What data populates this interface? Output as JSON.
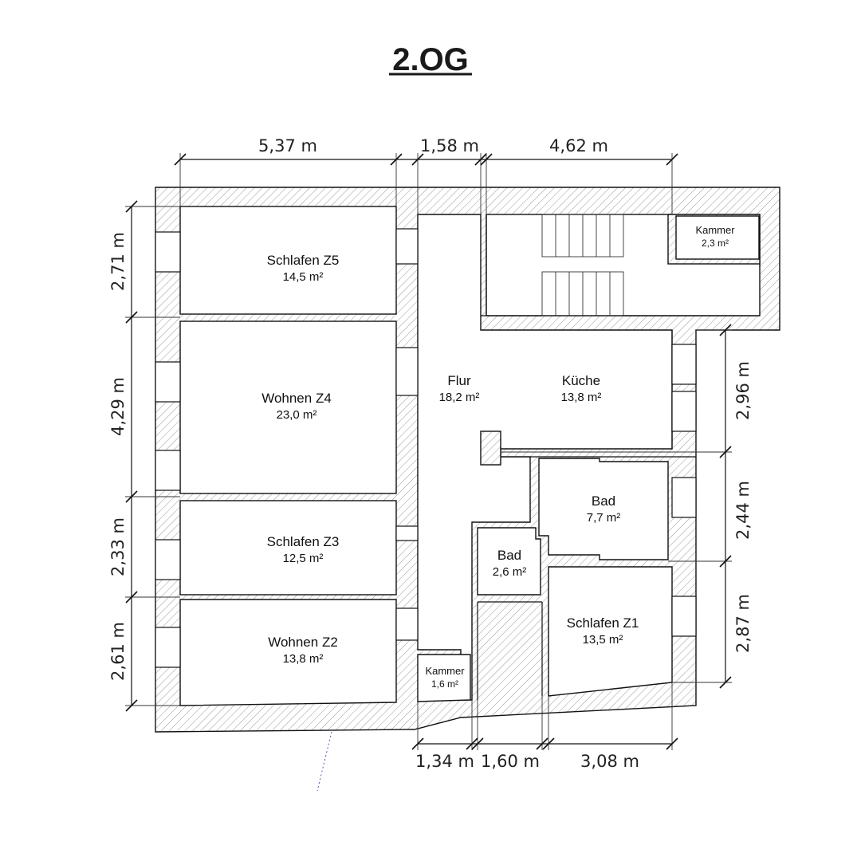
{
  "title": "2.OG",
  "dimensions": {
    "top": [
      "5,37 m",
      "1,58 m",
      "4,62 m"
    ],
    "left": [
      "2,71 m",
      "4,29 m",
      "2,33 m",
      "2,61 m"
    ],
    "right": [
      "2,96 m",
      "2,44 m",
      "2,87 m"
    ],
    "bottom": [
      "1,34 m",
      "1,60 m",
      "3,08 m"
    ]
  },
  "rooms": [
    {
      "name": "Schlafen Z5",
      "area": "14,5 m²"
    },
    {
      "name": "Wohnen Z4",
      "area": "23,0 m²"
    },
    {
      "name": "Schlafen Z3",
      "area": "12,5 m²"
    },
    {
      "name": "Wohnen Z2",
      "area": "13,8 m²"
    },
    {
      "name": "Flur",
      "area": "18,2 m²"
    },
    {
      "name": "Küche",
      "area": "13,8 m²"
    },
    {
      "name": "Kammer",
      "area": "2,3 m²"
    },
    {
      "name": "Bad",
      "area": "7,7 m²"
    },
    {
      "name": "Bad",
      "area": "2,6 m²"
    },
    {
      "name": "Schlafen Z1",
      "area": "13,5 m²"
    },
    {
      "name": "Kammer",
      "area": "1,6 m²"
    }
  ]
}
